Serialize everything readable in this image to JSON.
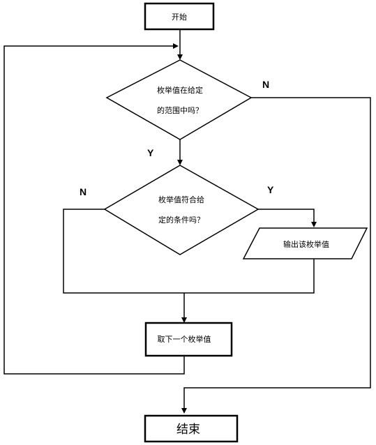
{
  "start": "开始",
  "range_check": {
    "line1": "枚举值在给定",
    "line2": "的范围中吗？"
  },
  "condition_check": {
    "line1": "枚举值符合给",
    "line2": "定的条件吗？"
  },
  "output": "输出该枚举值",
  "next": "取下一个枚举值",
  "end": "结束",
  "labels": {
    "range_yes": "Y",
    "range_no": "N",
    "condition_yes": "Y",
    "condition_no": "N"
  }
}
